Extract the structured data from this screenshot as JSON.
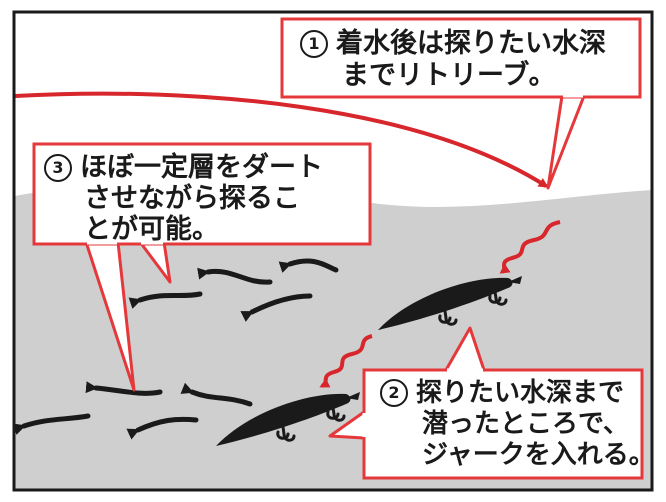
{
  "colors": {
    "frame": "#1a1a1a",
    "water": "#cfcfcf",
    "callout_border": "#e5383b",
    "callout_fill": "#ffffff",
    "trajectory": "#d7262c",
    "arrow": "#1a1a1a",
    "lure": "#1a1a1a"
  },
  "callouts": [
    {
      "number": "1",
      "lines": [
        "着水後は探りたい水深",
        "までリトリーブ。"
      ]
    },
    {
      "number": "3",
      "lines": [
        "ほぼ一定層をダート",
        "させながら探るこ",
        "とが可能。"
      ]
    },
    {
      "number": "2",
      "lines": [
        "探りたい水深まで",
        "潜ったところで、",
        "ジャークを入れる。"
      ]
    }
  ],
  "icons": {
    "lure": "fishing-lure-icon",
    "swim_arrow": "left-arrow-icon",
    "cast_path": "cast-trajectory-arrow"
  }
}
